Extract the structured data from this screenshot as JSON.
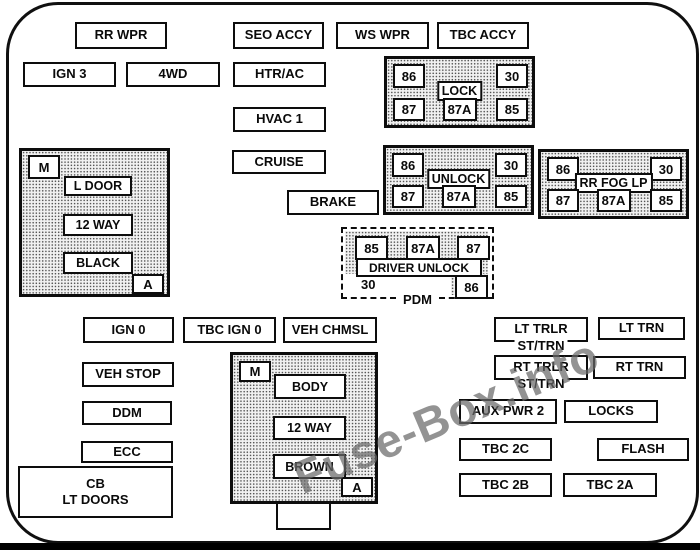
{
  "watermark": {
    "text": "Fuse-Box.info",
    "color": "#696969"
  },
  "colors": {
    "border": "#0d0d0d",
    "background": "#ffffff",
    "stipple_dot": "#555555"
  },
  "fuses": {
    "rr_wpr": "RR WPR",
    "seo_accy": "SEO ACCY",
    "ws_wpr": "WS WPR",
    "tbc_accy": "TBC ACCY",
    "ign_3": "IGN 3",
    "four_wd": "4WD",
    "htr_ac": "HTR/AC",
    "hvac_1": "HVAC 1",
    "cruise": "CRUISE",
    "brake": "BRAKE",
    "ign_0": "IGN 0",
    "tbc_ign_0": "TBC IGN 0",
    "veh_chmsl": "VEH CHMSL",
    "veh_stop": "VEH STOP",
    "ddm": "DDM",
    "ecc": "ECC",
    "cb_lt_doors": {
      "line1": "CB",
      "line2": "LT DOORS"
    },
    "lt_trlr": {
      "line1": "LT TRLR",
      "line2": "ST/TRN"
    },
    "lt_trn": "LT TRN",
    "rt_trlr": {
      "line1": "RT TRLR",
      "line2": "ST/TRN"
    },
    "rt_trn": "RT TRN",
    "aux_pwr_2": "AUX PWR 2",
    "locks": "LOCKS",
    "tbc_2c": "TBC 2C",
    "flash": "FLASH",
    "tbc_2b": "TBC 2B",
    "tbc_2a": "TBC 2A"
  },
  "relays": {
    "lock": {
      "name": "LOCK",
      "t86": "86",
      "t30": "30",
      "t87": "87",
      "t87a": "87A",
      "t85": "85"
    },
    "unlock": {
      "name": "UNLOCK",
      "t86": "86",
      "t30": "30",
      "t87": "87",
      "t87a": "87A",
      "t85": "85"
    },
    "rr_fog_lp": {
      "name": "RR FOG LP",
      "t86": "86",
      "t30": "30",
      "t87": "87",
      "t87a": "87A",
      "t85": "85"
    }
  },
  "pdm": {
    "label": "PDM",
    "driver_unlock": "DRIVER UNLOCK",
    "t85": "85",
    "t87a": "87A",
    "t87": "87",
    "t30": "30",
    "t86": "86"
  },
  "connectors": {
    "left": {
      "m": "M",
      "label1": "L DOOR",
      "label2": "12 WAY",
      "label3": "BLACK",
      "a": "A"
    },
    "bottom": {
      "m": "M",
      "label1": "BODY",
      "label2": "12 WAY",
      "label3": "BROWN",
      "a": "A"
    }
  }
}
